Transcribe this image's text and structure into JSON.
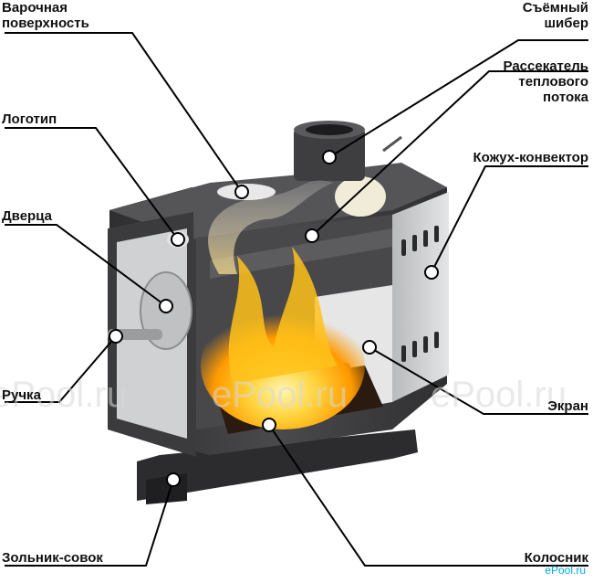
{
  "labels": {
    "cooktop": [
      "Варочная",
      "поверхность"
    ],
    "logo": "Логотип",
    "door": "Дверца",
    "handle": "Ручка",
    "ashpan": "Зольник-совок",
    "damper": [
      "Съёмный",
      "шибер"
    ],
    "deflector": [
      "Рассекатель",
      "теплового",
      "потока"
    ],
    "convector": "Кожух-конвектор",
    "screen": "Экран",
    "grate": "Колосник"
  },
  "watermark": "ePool.ru",
  "credit": "ePool.ru",
  "colors": {
    "body": "#3a3a3c",
    "panel": "#c8cacc",
    "flame": "#ffb000",
    "leader": "#000000"
  }
}
